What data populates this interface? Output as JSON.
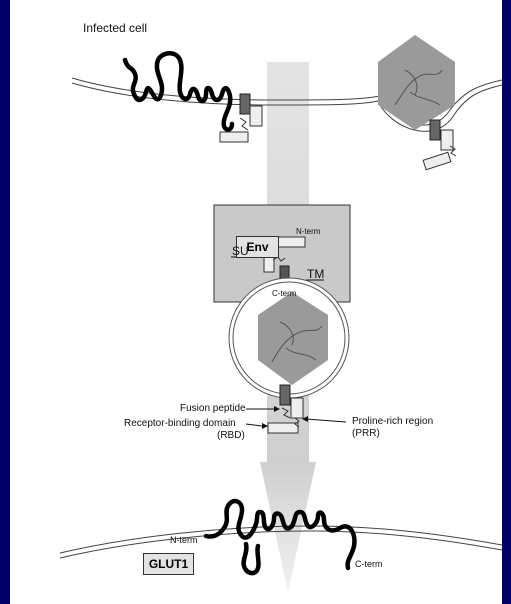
{
  "labels": {
    "infected_cell": "Infected cell",
    "env": "Env",
    "su": "SU",
    "tm": "TM",
    "su_nterm": "N-term",
    "tm_cterm": "C-term",
    "fusion_peptide": "Fusion peptide",
    "rbd": "Receptor-binding domain\n(RBD)",
    "rbd_line1": "Receptor-binding domain",
    "rbd_line2": "(RBD)",
    "prr_line1": "Proline-rich region",
    "prr_line2": "(PRR)",
    "glut1": "GLUT1",
    "glut_nterm": "N-term",
    "glut_cterm": "C-term"
  },
  "colors": {
    "background": "#000066",
    "panel": "#ffffff",
    "virus": "#9a9a9a",
    "arrow": "#d6d6d6",
    "box_fill": "#e3e3e3",
    "tm_segment": "#555555"
  }
}
